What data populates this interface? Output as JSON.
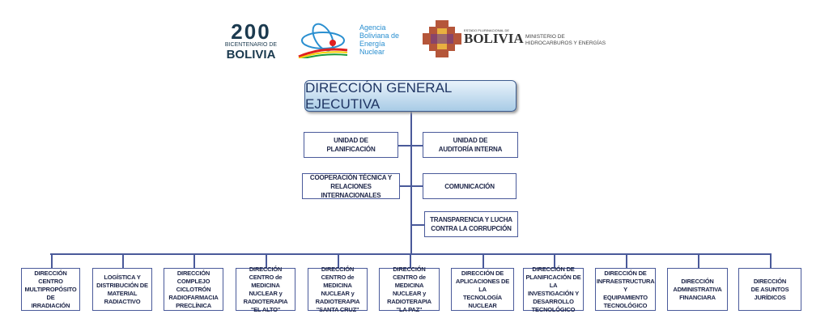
{
  "logos": {
    "bicentenario": {
      "top": "200",
      "line1": "BICENTENARIO DE",
      "line2": "BOLIVIA"
    },
    "aben": {
      "lines": [
        "Agencia",
        "Boliviana de",
        "Energía",
        "Nuclear"
      ]
    },
    "estado": {
      "small": "ESTADO PLURINACIONAL DE",
      "big": "BOLIVIA"
    },
    "ministerio": {
      "line1": "MINISTERIO DE",
      "line2": "HIDROCARBUROS Y ENERGÍAS"
    }
  },
  "colors": {
    "accent": "#4a5a9a",
    "text": "#1c2447",
    "aben_blue": "#2a8fd0"
  },
  "top": {
    "label": "DIRECCIÓN GENERAL EJECUTIVA"
  },
  "staff": [
    {
      "label": "UNIDAD DE\nPLANIFICACIÓN"
    },
    {
      "label": "UNIDAD DE\nAUDITORÍA INTERNA"
    },
    {
      "label": "COOPERACIÓN TÉCNICA Y\nRELACIONES INTERNACIONALES"
    },
    {
      "label": "COMUNICACIÓN"
    },
    {
      "label": "TRANSPARENCIA Y LUCHA\nCONTRA LA CORRUPCIÓN"
    }
  ],
  "directions": [
    {
      "label": "DIRECCIÓN\nCENTRO\nMULTIPROPÓSITO DE\nIRRADIACIÓN"
    },
    {
      "label": "LOGÍSTICA Y\nDISTRIBUCIÓN DE\nMATERIAL\nRADIACTIVO"
    },
    {
      "label": "DIRECCIÓN\nCOMPLEJO CICLOTRÓN\nRADIOFARMACIA\nPRECLÍNICA"
    },
    {
      "label": "DIRECCIÓN\nCENTRO de MEDICINA\nNUCLEAR y\nRADIOTERAPIA\n\"EL ALTO\""
    },
    {
      "label": "DIRECCIÓN\nCENTRO de MEDICINA\nNUCLEAR y\nRADIOTERAPIA\n\"SANTA CRUZ\""
    },
    {
      "label": "DIRECCIÓN\nCENTRO de MEDICINA\nNUCLEAR y\nRADIOTERAPIA\n\"LA PAZ\""
    },
    {
      "label": "DIRECCIÓN DE\nAPLICACIONES DE LA\nTECNOLOGÍA\nNUCLEAR"
    },
    {
      "label": "DIRECCIÓN DE\nPLANIFICACIÓN DE LA\nINVESTIGACIÓN Y\nDESARROLLO\nTECNOLÓGICO"
    },
    {
      "label": "DIRECCIÓN DE\nINFRAESTRUCTURA Y\nEQUIPAMIENTO\nTECNOLÓGICO"
    },
    {
      "label": "DIRECCIÓN\nADMINISTRATIVA\nFINANCIARA"
    },
    {
      "label": "DIRECCIÓN\nDE ASUNTOS\nJURÍDICOS"
    }
  ]
}
